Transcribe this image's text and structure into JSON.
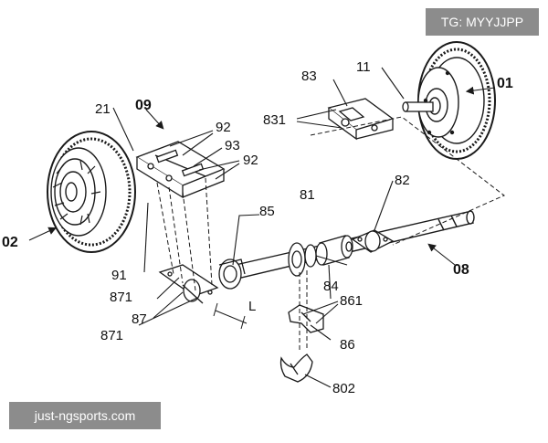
{
  "watermarks": {
    "top_right": "TG: MYYJJPP",
    "bottom_left": "just-ngsports.com"
  },
  "callouts": {
    "c01": "01",
    "c02": "02",
    "c08": "08",
    "c09": "09",
    "c11": "11",
    "c21": "21",
    "c81": "81",
    "c82": "82",
    "c83": "83",
    "c84": "84",
    "c85": "85",
    "c86": "86",
    "c87": "87",
    "c91": "91",
    "c92a": "92",
    "c92b": "92",
    "c93": "93",
    "c802": "802",
    "c831": "831",
    "c861": "861",
    "c871a": "871",
    "c871b": "871",
    "cL": "L"
  },
  "colors": {
    "line": "#1a1a1a",
    "badge": "#8c8c8c"
  }
}
